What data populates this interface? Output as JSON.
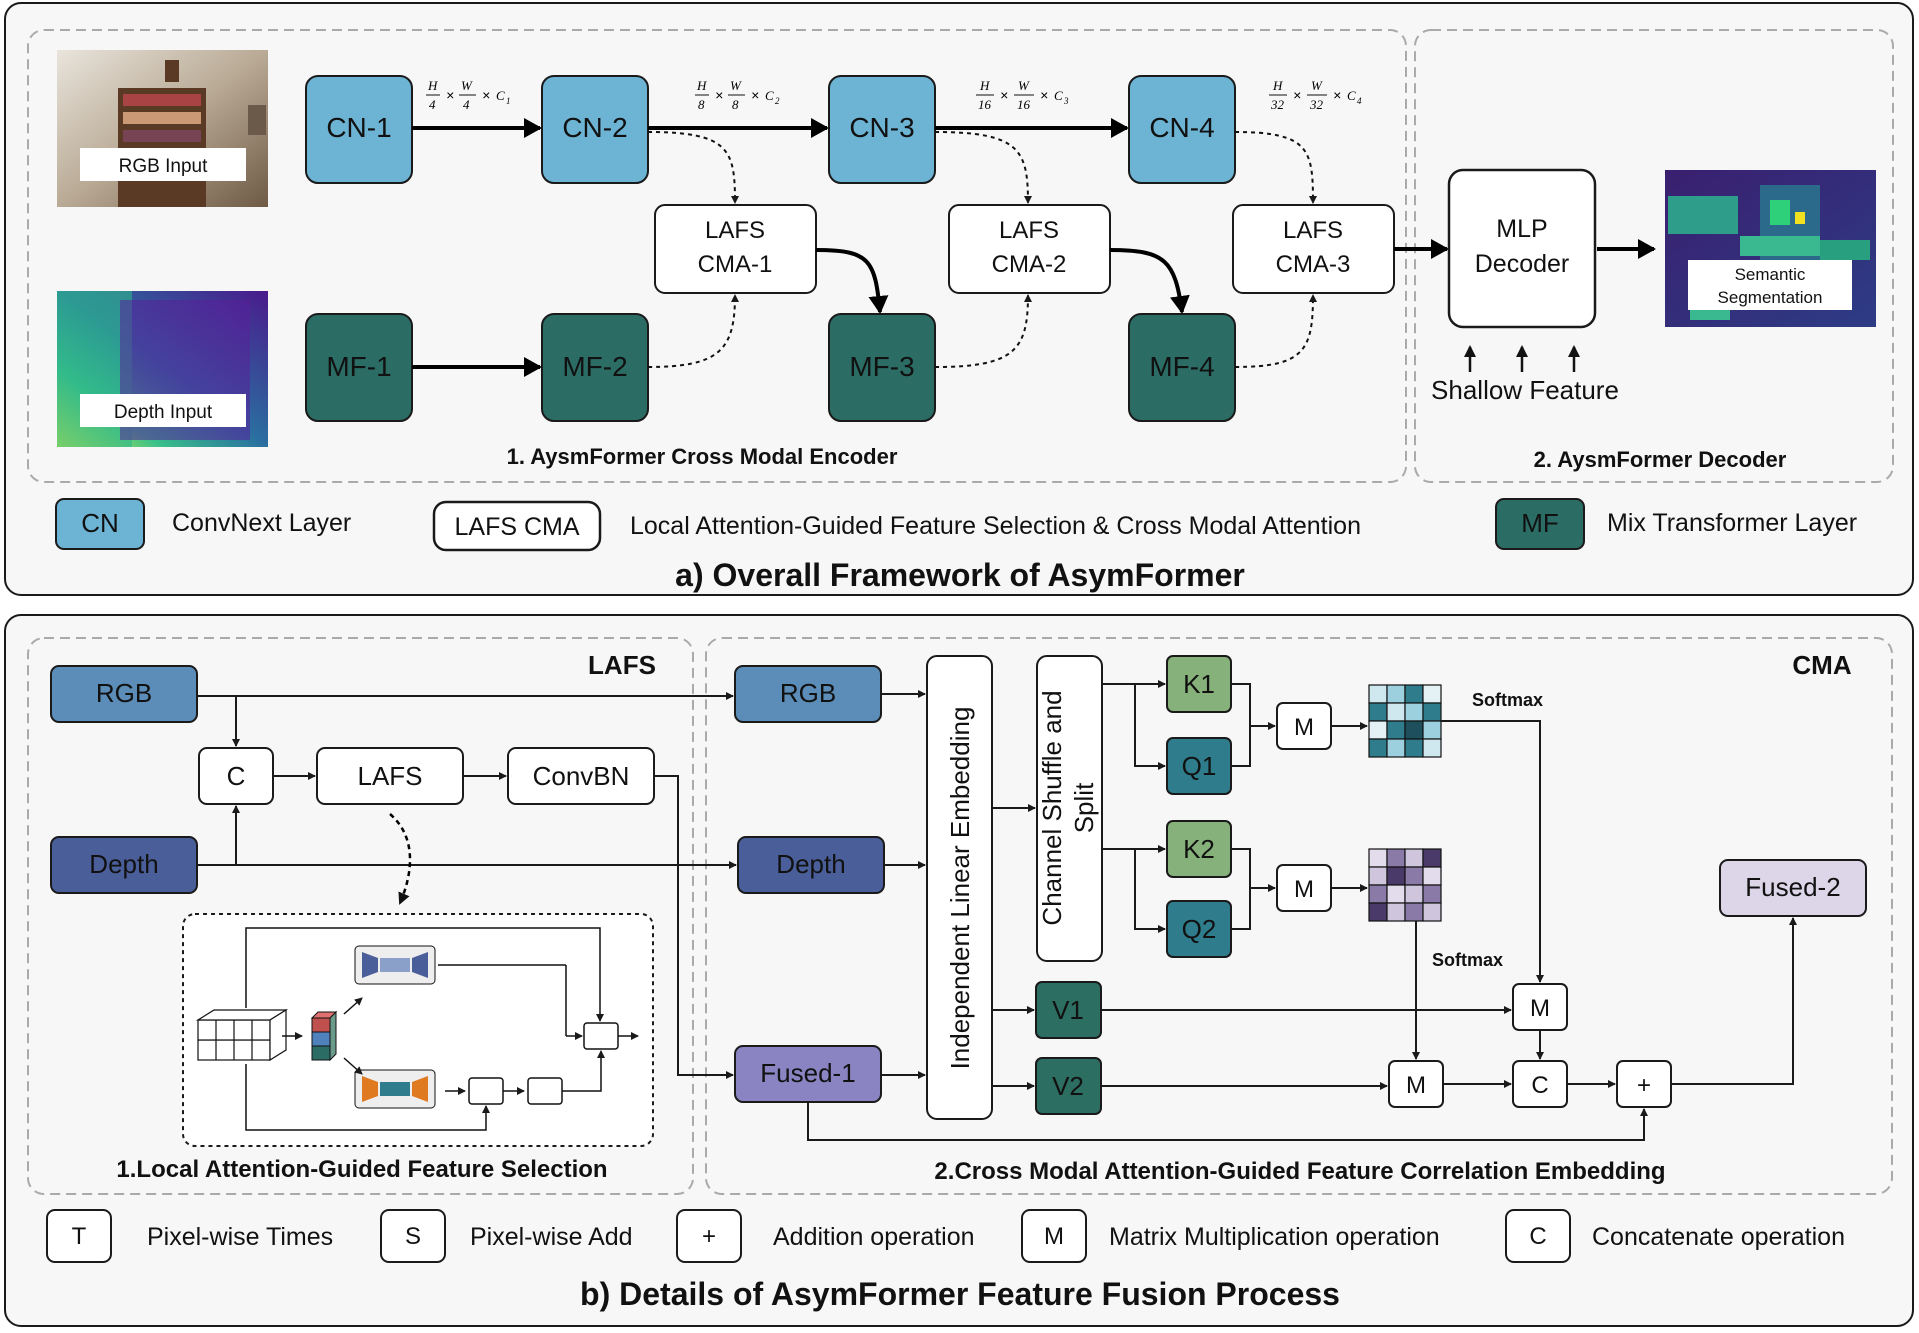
{
  "colors": {
    "cn": "#6cb3d4",
    "mf": "#2b6d65",
    "white": "#ffffff",
    "blue_rgb": "#5b8db8",
    "blue_depth": "#4a5f9a",
    "fused1": "#8a84c2",
    "fused2": "#dcd6e8",
    "k_green": "#86b17a",
    "q_teal": "#2e7c8c",
    "v_green": "#2d6e62",
    "panel_bg": "#f7f7f7",
    "stroke": "#1a1a1a"
  },
  "panel_a": {
    "title": "a) Overall Framework of AsymFormer",
    "rgb_input": "RGB Input",
    "depth_input": "Depth Input",
    "cn_layers": [
      "CN-1",
      "CN-2",
      "CN-3",
      "CN-4"
    ],
    "mf_layers": [
      "MF-1",
      "MF-2",
      "MF-3",
      "MF-4"
    ],
    "cma_blocks": [
      {
        "line1": "LAFS",
        "line2": "CMA-1"
      },
      {
        "line1": "LAFS",
        "line2": "CMA-2"
      },
      {
        "line1": "LAFS",
        "line2": "CMA-3"
      }
    ],
    "shapes": [
      {
        "h": "H",
        "hd": "4",
        "w": "W",
        "wd": "4",
        "c": "C",
        "ci": "1"
      },
      {
        "h": "H",
        "hd": "8",
        "w": "W",
        "wd": "8",
        "c": "C",
        "ci": "2"
      },
      {
        "h": "H",
        "hd": "16",
        "w": "W",
        "wd": "16",
        "c": "C",
        "ci": "3"
      },
      {
        "h": "H",
        "hd": "32",
        "w": "W",
        "wd": "32",
        "c": "C",
        "ci": "4"
      }
    ],
    "mlp_line1": "MLP",
    "mlp_line2": "Decoder",
    "seg_line1": "Semantic",
    "seg_line2": "Segmentation",
    "shallow_feature": "Shallow Feature",
    "encoder_title": "1. AysmFormer Cross Modal Encoder",
    "decoder_title": "2. AysmFormer Decoder",
    "legend": {
      "cn_key": "CN",
      "cn_desc": "ConvNext Layer",
      "cma_key": "LAFS CMA",
      "cma_desc": "Local Attention-Guided Feature Selection & Cross Modal Attention",
      "mf_key": "MF",
      "mf_desc": "Mix Transformer Layer"
    }
  },
  "panel_b": {
    "title": "b) Details of AsymFormer Feature Fusion Process",
    "lafs_header": "LAFS",
    "cma_header": "CMA",
    "rgb": "RGB",
    "depth": "Depth",
    "concat": "C",
    "lafs": "LAFS",
    "convbn": "ConvBN",
    "rgb2": "RGB",
    "depth2": "Depth",
    "fused1": "Fused-1",
    "embedding": "Independent Linear Embedding",
    "shuffle_line1": "Channel Shuffle and",
    "shuffle_line2": "Split",
    "k1": "K1",
    "q1": "Q1",
    "k2": "K2",
    "q2": "Q2",
    "v1": "V1",
    "v2": "V2",
    "m": "M",
    "c": "C",
    "plus": "+",
    "softmax": "Softmax",
    "fused2": "Fused-2",
    "lafs_title": "1.Local Attention-Guided Feature Selection",
    "cma_title": "2.Cross Modal Attention-Guided Feature Correlation Embedding",
    "legend": [
      {
        "key": "T",
        "desc": "Pixel-wise Times"
      },
      {
        "key": "S",
        "desc": "Pixel-wise Add"
      },
      {
        "key": "+",
        "desc": "Addition operation"
      },
      {
        "key": "M",
        "desc": "Matrix Multiplication operation"
      },
      {
        "key": "C",
        "desc": "Concatenate operation"
      }
    ]
  }
}
